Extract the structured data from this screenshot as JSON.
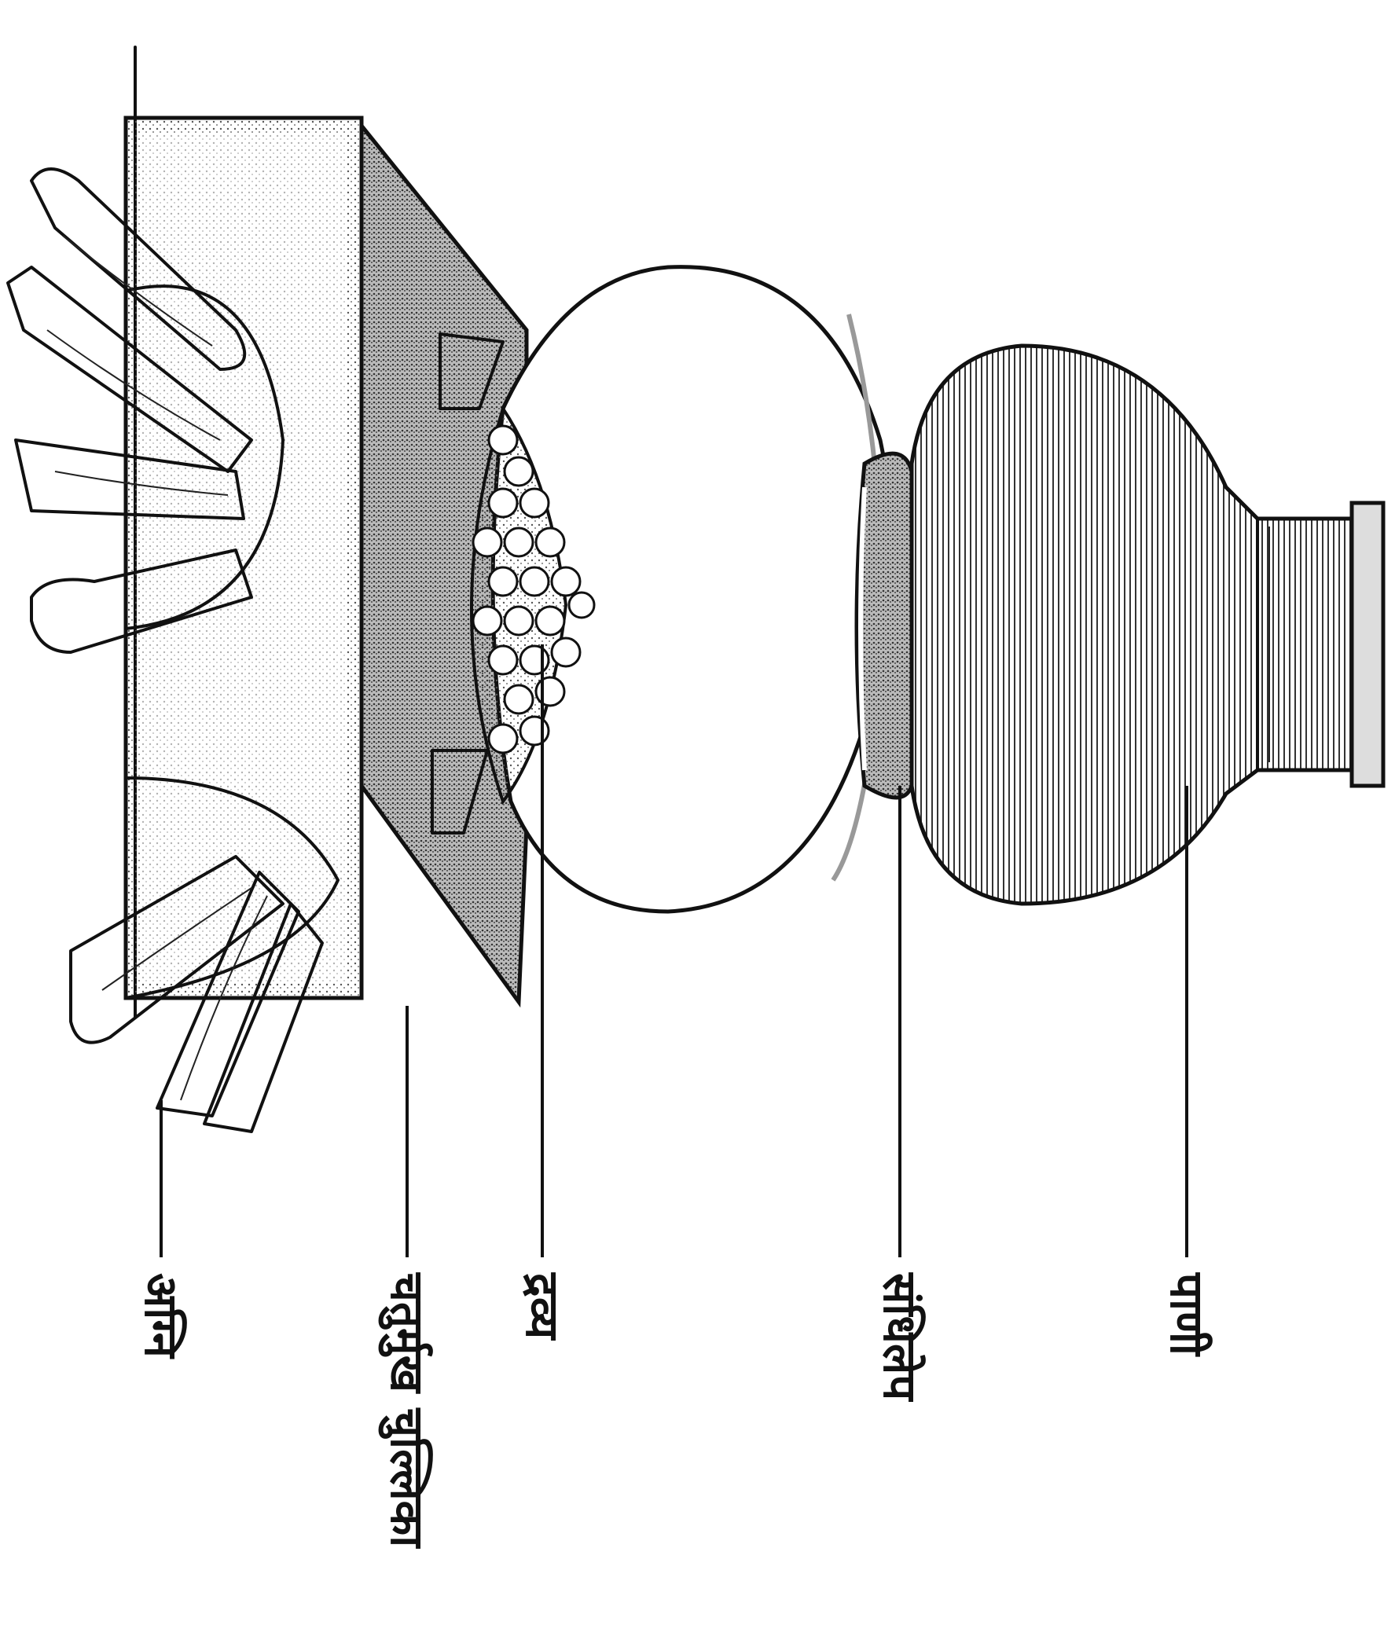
{
  "labels": {
    "fire": "अग्नि",
    "stove": "चतुर्मुख चुल्लिका",
    "substance": "द्रव्य",
    "seal": "संधिलेप",
    "water": "पाणी"
  },
  "colors": {
    "ink": "#111111",
    "background": "#ffffff",
    "shade": "#9a9a9a"
  }
}
